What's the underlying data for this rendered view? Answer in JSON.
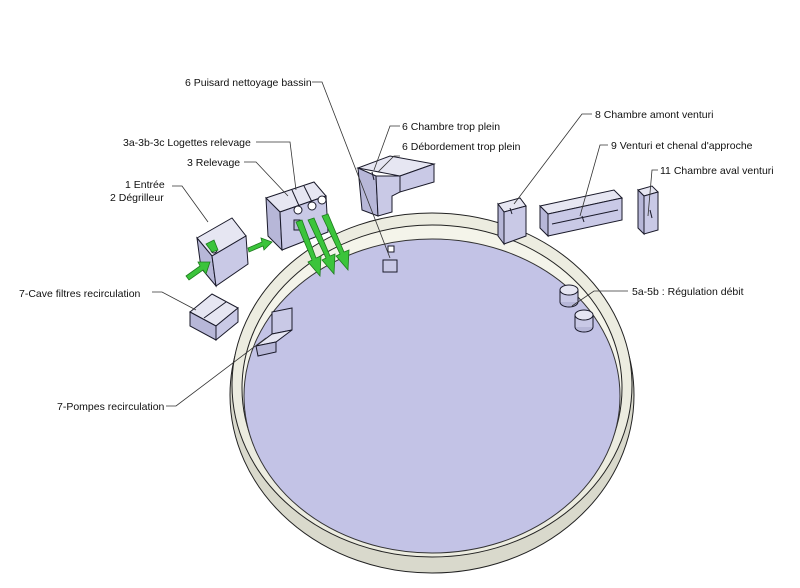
{
  "labels": {
    "puisard": "6 Puisard nettoyage bassin",
    "chambre_trop_plein": "6 Chambre trop plein",
    "debordement": "6 Débordement trop plein",
    "logettes": "3a-3b-3c Logettes relevage",
    "relevage": "3 Relevage",
    "entree": "1 Entrée",
    "degrilleur": "2 Dégrilleur",
    "cave_filtres": "7-Cave filtres recirculation",
    "pompes": "7-Pompes recirculation",
    "chambre_amont": "8 Chambre amont venturi",
    "venturi": "9 Venturi et chenal d'approche",
    "chambre_aval": "11 Chambre aval venturi",
    "regulation": "5a-5b : Régulation débit"
  },
  "colors": {
    "basin_water": "#c3c3e6",
    "basin_rim": "#ecece0",
    "box_front": "#c9c9e6",
    "arrow_green": "#3bc43b"
  }
}
